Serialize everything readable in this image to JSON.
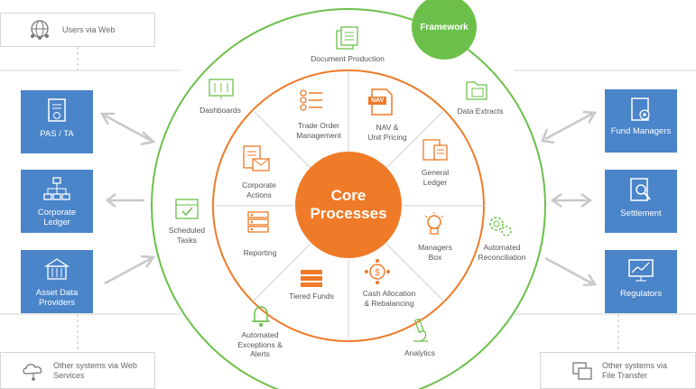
{
  "top": {
    "users_label": "Users via Web",
    "framework_label": "Framework"
  },
  "left_tiles": [
    {
      "label": "PAS / TA",
      "icon": "document-check-icon"
    },
    {
      "label": "Corporate\nLedger",
      "icon": "org-chart-icon"
    },
    {
      "label": "Asset Data\nProviders",
      "icon": "building-icon"
    }
  ],
  "right_tiles": [
    {
      "label": "Fund Managers",
      "icon": "gear-document-icon"
    },
    {
      "label": "Settlement",
      "icon": "search-document-icon"
    },
    {
      "label": "Regulators",
      "icon": "chart-monitor-icon"
    }
  ],
  "outer_ring": {
    "document_production": "Document Production",
    "dashboards": "Dashboards",
    "data_extracts": "Data Extracts",
    "scheduled_tasks": "Scheduled\nTasks",
    "automated_reconciliation": "Automated\nReconciliation",
    "automated_exceptions": "Automated\nExceptions &\nAlerts",
    "analytics": "Analytics"
  },
  "inner_ring": {
    "trade_order": "Trade Order\nManagement",
    "nav_pricing": "NAV &\nUnit Pricing",
    "general_ledger": "General\nLedger",
    "managers_box": "Managers\nBox",
    "cash_allocation": "Cash Allocation\n& Rebalancing",
    "tiered_funds": "Tiered Funds",
    "reporting": "Reporting",
    "corporate_actions": "Corporate\nActions"
  },
  "core": {
    "label": "Core\nProcesses"
  },
  "nav_badge": "NAV",
  "bottom": {
    "other_web": "Other systems via Web\nServices",
    "other_file": "Other systems via\nFile Transfer"
  },
  "colors": {
    "orange": "#ef7a27",
    "green": "#6cc04a",
    "blue": "#4a84c9",
    "gray_line": "#d0d0d0"
  }
}
